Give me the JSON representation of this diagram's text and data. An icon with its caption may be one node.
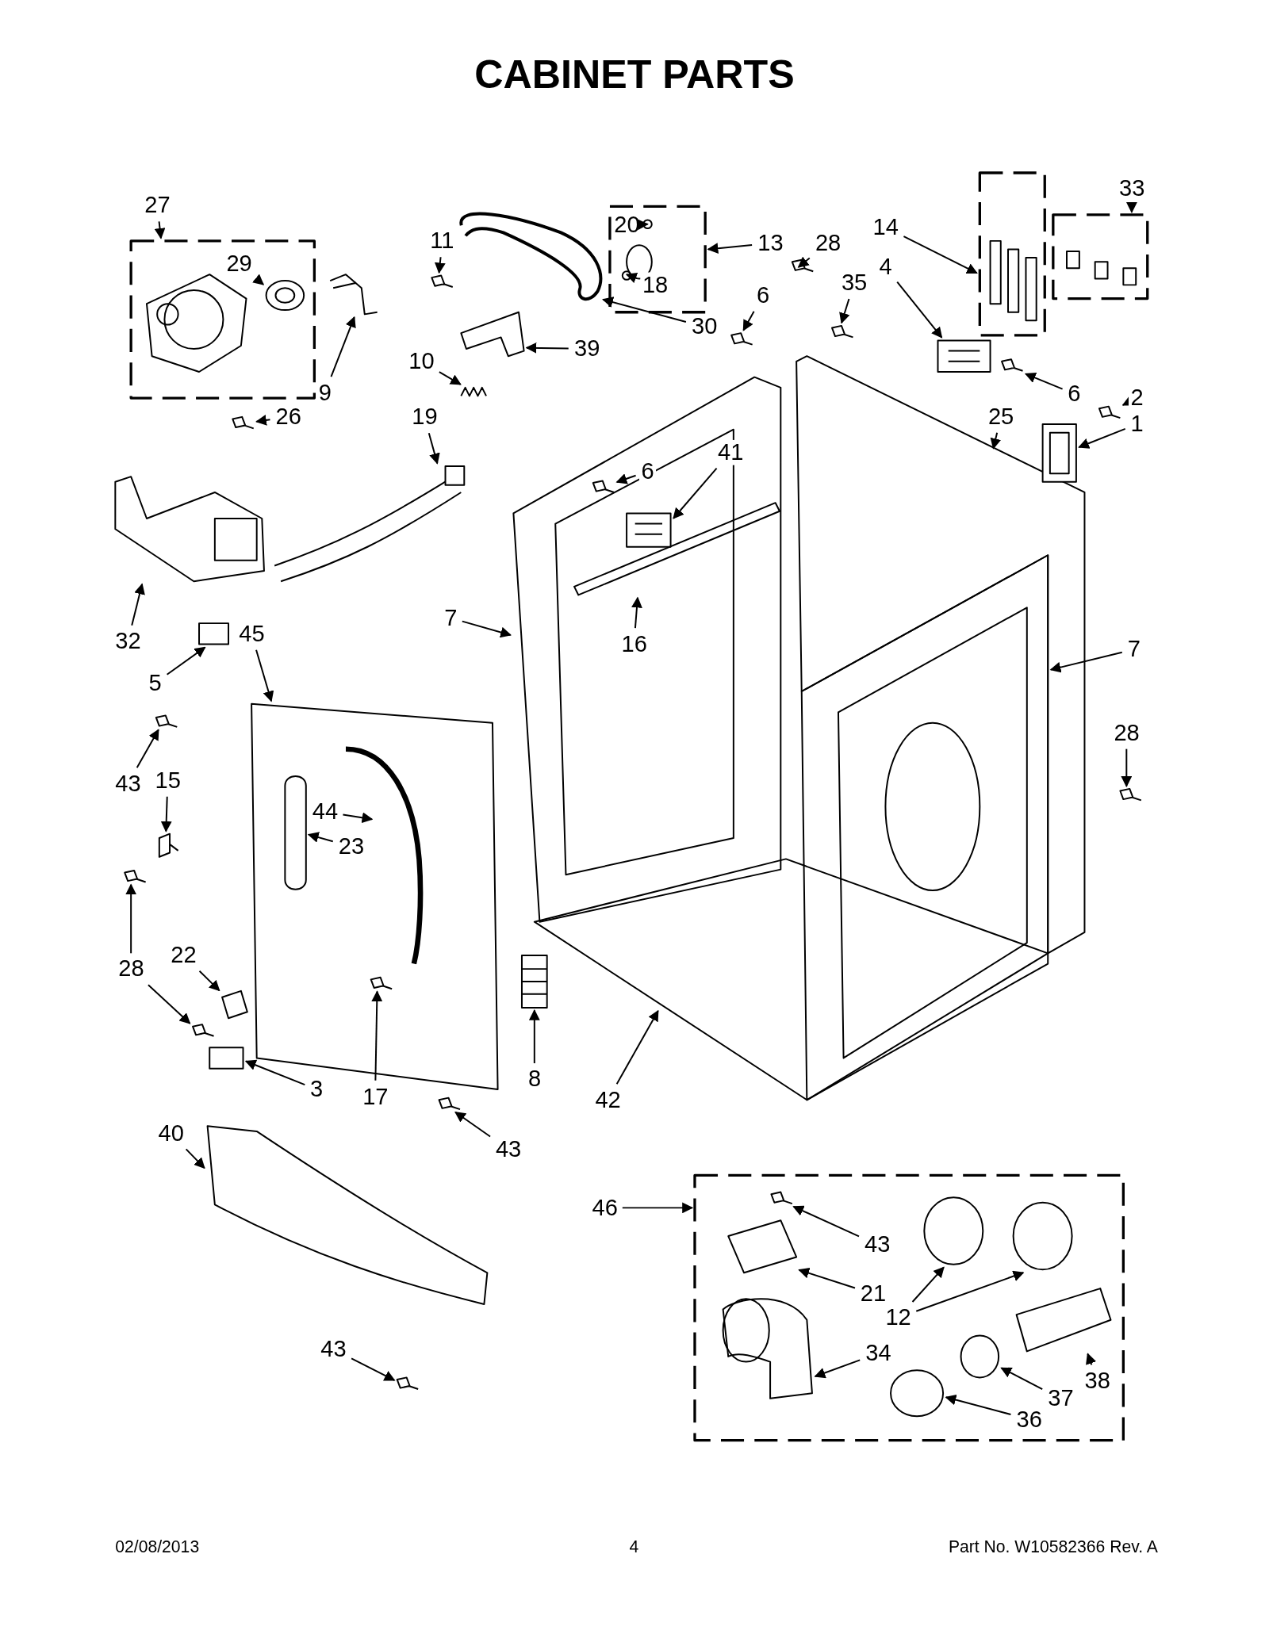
{
  "diagram": {
    "title": "CABINET PARTS",
    "nodes": [
      {
        "text": [
          "27"
        ]
      },
      {
        "text": [
          "20"
        ],
        "in": 54
      },
      {
        "text": [
          "13"
        ]
      },
      {
        "text": [
          "28"
        ]
      },
      {
        "text": [
          "14"
        ]
      },
      {
        "text": [
          "33"
        ]
      },
      {
        "text": [
          "29"
        ],
        "in": 52
      },
      {
        "text": [
          "11"
        ]
      },
      {
        "text": [
          "18"
        ],
        "in": 54
      },
      {
        "text": [
          "35"
        ]
      },
      {
        "text": [
          "4"
        ]
      },
      {
        "text": [
          "6"
        ]
      },
      {
        "text": [
          "30"
        ]
      },
      {
        "text": [
          "39"
        ]
      },
      {
        "text": [
          "10"
        ]
      },
      {
        "text": [
          "9"
        ]
      },
      {
        "text": [
          "26"
        ]
      },
      {
        "text": [
          "19"
        ]
      },
      {
        "text": [
          "6"
        ],
        "in": 73
      },
      {
        "text": [
          "2"
        ]
      },
      {
        "text": [
          "1"
        ]
      },
      {
        "text": [
          "25"
        ],
        "in": 73
      },
      {
        "text": [
          "6"
        ],
        "in": 78
      },
      {
        "text": [
          "41"
        ],
        "in": 78
      },
      {
        "text": [
          "32"
        ]
      },
      {
        "text": [
          "16"
        ],
        "in": 78
      },
      {
        "text": [
          "7"
        ]
      },
      {
        "text": [
          "7"
        ]
      },
      {
        "text": [
          "5"
        ]
      },
      {
        "text": [
          "45"
        ]
      },
      {
        "text": [
          "43"
        ]
      },
      {
        "text": [
          "15"
        ]
      },
      {
        "text": [
          "44"
        ],
        "in": 81
      },
      {
        "text": [
          "23"
        ],
        "in": 81
      },
      {
        "text": [
          "28"
        ]
      },
      {
        "text": [
          "28"
        ]
      },
      {
        "text": [
          "22"
        ]
      },
      {
        "text": [
          "3"
        ]
      },
      {
        "text": [
          "17"
        ]
      },
      {
        "text": [
          "8"
        ]
      },
      {
        "text": [
          "42"
        ]
      },
      {
        "text": [
          "43"
        ]
      },
      {
        "text": [
          "40"
        ]
      },
      {
        "text": [
          "46"
        ]
      },
      {
        "text": [
          "43"
        ],
        "in": 96
      },
      {
        "text": [
          "21"
        ],
        "in": 96
      },
      {
        "text": [
          "12"
        ],
        "in": 96
      },
      {
        "text": [
          "34"
        ],
        "in": 96
      },
      {
        "text": [
          "38"
        ],
        "in": 96
      },
      {
        "text": [
          "37"
        ],
        "in": 96
      },
      {
        "text": [
          "36"
        ],
        "in": 96
      },
      {
        "text": [
          "43"
        ]
      },
      {
        "text": [],
        "shape": "box"
      },
      {
        "text": [],
        "shape": "circle",
        "in": 54
      },
      {
        "text": [],
        "shape": "box"
      },
      {
        "text": [],
        "shape": "picture"
      },
      {
        "text": [],
        "shape": "box"
      },
      {
        "text": [],
        "shape": "box"
      },
      {
        "text": [],
        "shape": "picture",
        "in": 52
      },
      {
        "text": [],
        "shape": "picture"
      },
      {
        "text": [],
        "shape": "picture",
        "in": 54
      },
      {
        "text": [],
        "shape": "picture"
      },
      {
        "text": [],
        "shape": "picture"
      },
      {
        "text": [],
        "shape": "picture"
      },
      {
        "text": [],
        "shape": "picture"
      },
      {
        "text": [],
        "shape": "picture"
      },
      {
        "text": [],
        "shape": "picture"
      },
      {
        "text": [],
        "shape": "picture"
      },
      {
        "text": [],
        "shape": "picture"
      },
      {
        "text": [],
        "shape": "picture"
      },
      {
        "text": [],
        "shape": "picture",
        "in": 73
      },
      {
        "text": [],
        "shape": "picture"
      },
      {
        "text": [],
        "shape": "picture",
        "in": 73
      },
      {
        "text": [],
        "shape": "picture"
      },
      {
        "text": [],
        "shape": "picture",
        "in": 78
      },
      {
        "text": [],
        "shape": "picture",
        "in": 78
      },
      {
        "text": [],
        "shape": "picture"
      },
      {
        "text": [],
        "shape": "picture",
        "in": 78
      },
      {
        "text": [],
        "shape": "picture"
      },
      {
        "text": [],
        "shape": "picture"
      },
      {
        "text": [],
        "shape": "box"
      },
      {
        "text": [],
        "shape": "picture"
      },
      {
        "text": [],
        "shape": "picture"
      },
      {
        "text": [],
        "shape": "picture"
      },
      {
        "text": [],
        "shape": "picture",
        "in": 81
      },
      {
        "text": [],
        "shape": "picture",
        "in": 81
      },
      {
        "text": [],
        "shape": "picture"
      },
      {
        "text": [],
        "shape": "picture"
      },
      {
        "text": [],
        "shape": "picture"
      },
      {
        "text": [],
        "shape": "picture"
      },
      {
        "text": [],
        "shape": "box"
      },
      {
        "text": [],
        "shape": "picture",
        "in": 81
      },
      {
        "text": [],
        "shape": "picture"
      },
      {
        "text": [],
        "shape": "picture"
      },
      {
        "text": [],
        "shape": "picture"
      },
      {
        "text": [],
        "shape": "picture"
      },
      {
        "text": [],
        "shape": "box"
      },
      {
        "text": [],
        "shape": "picture",
        "in": 96
      },
      {
        "text": [],
        "shape": "picture",
        "in": 96
      },
      {
        "text": [],
        "shape": "circle",
        "in": 96
      },
      {
        "text": [],
        "shape": "circle",
        "in": 96
      },
      {
        "text": [],
        "shape": "picture",
        "in": 96
      },
      {
        "text": [],
        "shape": "picture",
        "in": 96
      },
      {
        "text": [],
        "shape": "circle",
        "in": 96
      },
      {
        "text": [],
        "shape": "circle",
        "in": 96
      },
      {
        "text": [],
        "shape": "picture"
      }
    ],
    "edges": [
      {
        "from": 0,
        "to": 52,
        "arrow": "to"
      },
      {
        "from": 1,
        "to": 53,
        "arrow": "to"
      },
      {
        "from": 2,
        "to": 54,
        "arrow": "to"
      },
      {
        "from": 3,
        "to": 55,
        "arrow": "to"
      },
      {
        "from": 4,
        "to": 56,
        "arrow": "to"
      },
      {
        "from": 5,
        "to": 57,
        "arrow": "to"
      },
      {
        "from": 6,
        "to": 58,
        "arrow": "to"
      },
      {
        "from": 7,
        "to": 59,
        "arrow": "to"
      },
      {
        "from": 8,
        "to": 60,
        "arrow": "to"
      },
      {
        "from": 9,
        "to": 61,
        "arrow": "to"
      },
      {
        "from": 10,
        "to": 62,
        "arrow": "to"
      },
      {
        "from": 11,
        "to": 63,
        "arrow": "to"
      },
      {
        "from": 12,
        "to": 64,
        "arrow": "to"
      },
      {
        "from": 13,
        "to": 65,
        "arrow": "to"
      },
      {
        "from": 14,
        "to": 66,
        "arrow": "to"
      },
      {
        "from": 15,
        "to": 67,
        "arrow": "to"
      },
      {
        "from": 16,
        "to": 68,
        "arrow": "to"
      },
      {
        "from": 17,
        "to": 69,
        "arrow": "to"
      },
      {
        "from": 18,
        "to": 70,
        "arrow": "to"
      },
      {
        "from": 19,
        "to": 71,
        "arrow": "to"
      },
      {
        "from": 20,
        "to": 72,
        "arrow": "to"
      },
      {
        "from": 21,
        "to": 73,
        "arrow": "to"
      },
      {
        "from": 22,
        "to": 74,
        "arrow": "to"
      },
      {
        "from": 23,
        "to": 75,
        "arrow": "to"
      },
      {
        "from": 24,
        "to": 76,
        "arrow": "to"
      },
      {
        "from": 25,
        "to": 77,
        "arrow": "to"
      },
      {
        "from": 26,
        "to": 78,
        "arrow": "to"
      },
      {
        "from": 27,
        "to": 79,
        "arrow": "to"
      },
      {
        "from": 28,
        "to": 80,
        "arrow": "to"
      },
      {
        "from": 29,
        "to": 81,
        "arrow": "to"
      },
      {
        "from": 30,
        "to": 82,
        "arrow": "to"
      },
      {
        "from": 31,
        "to": 83,
        "arrow": "to"
      },
      {
        "from": 32,
        "to": 84,
        "arrow": "to"
      },
      {
        "from": 33,
        "to": 85,
        "arrow": "to"
      },
      {
        "from": 34,
        "to": 86,
        "arrow": "to"
      },
      {
        "from": 35,
        "to": 87,
        "arrow": "to"
      },
      {
        "from": 35,
        "to": 88,
        "arrow": "to"
      },
      {
        "from": 36,
        "to": 89,
        "arrow": "to"
      },
      {
        "from": 37,
        "to": 90,
        "arrow": "to"
      },
      {
        "from": 38,
        "to": 91,
        "arrow": "to"
      },
      {
        "from": 39,
        "to": 92,
        "arrow": "to"
      },
      {
        "from": 40,
        "to": 93,
        "arrow": "to"
      },
      {
        "from": 41,
        "to": 94,
        "arrow": "to"
      },
      {
        "from": 42,
        "to": 95,
        "arrow": "to"
      },
      {
        "from": 43,
        "to": 96,
        "arrow": "to"
      },
      {
        "from": 44,
        "to": 97,
        "arrow": "to"
      },
      {
        "from": 45,
        "to": 98,
        "arrow": "to"
      },
      {
        "from": 46,
        "to": 99,
        "arrow": "to"
      },
      {
        "from": 46,
        "to": 100,
        "arrow": "to"
      },
      {
        "from": 47,
        "to": 101,
        "arrow": "to"
      },
      {
        "from": 48,
        "to": 102,
        "arrow": "to"
      },
      {
        "from": 49,
        "to": 103,
        "arrow": "to"
      },
      {
        "from": 50,
        "to": 104,
        "arrow": "to"
      },
      {
        "from": 51,
        "to": 105,
        "arrow": "to"
      }
    ],
    "labels": [
      "02/08/2013",
      "4",
      "Part No. W10582366 Rev. A"
    ]
  }
}
